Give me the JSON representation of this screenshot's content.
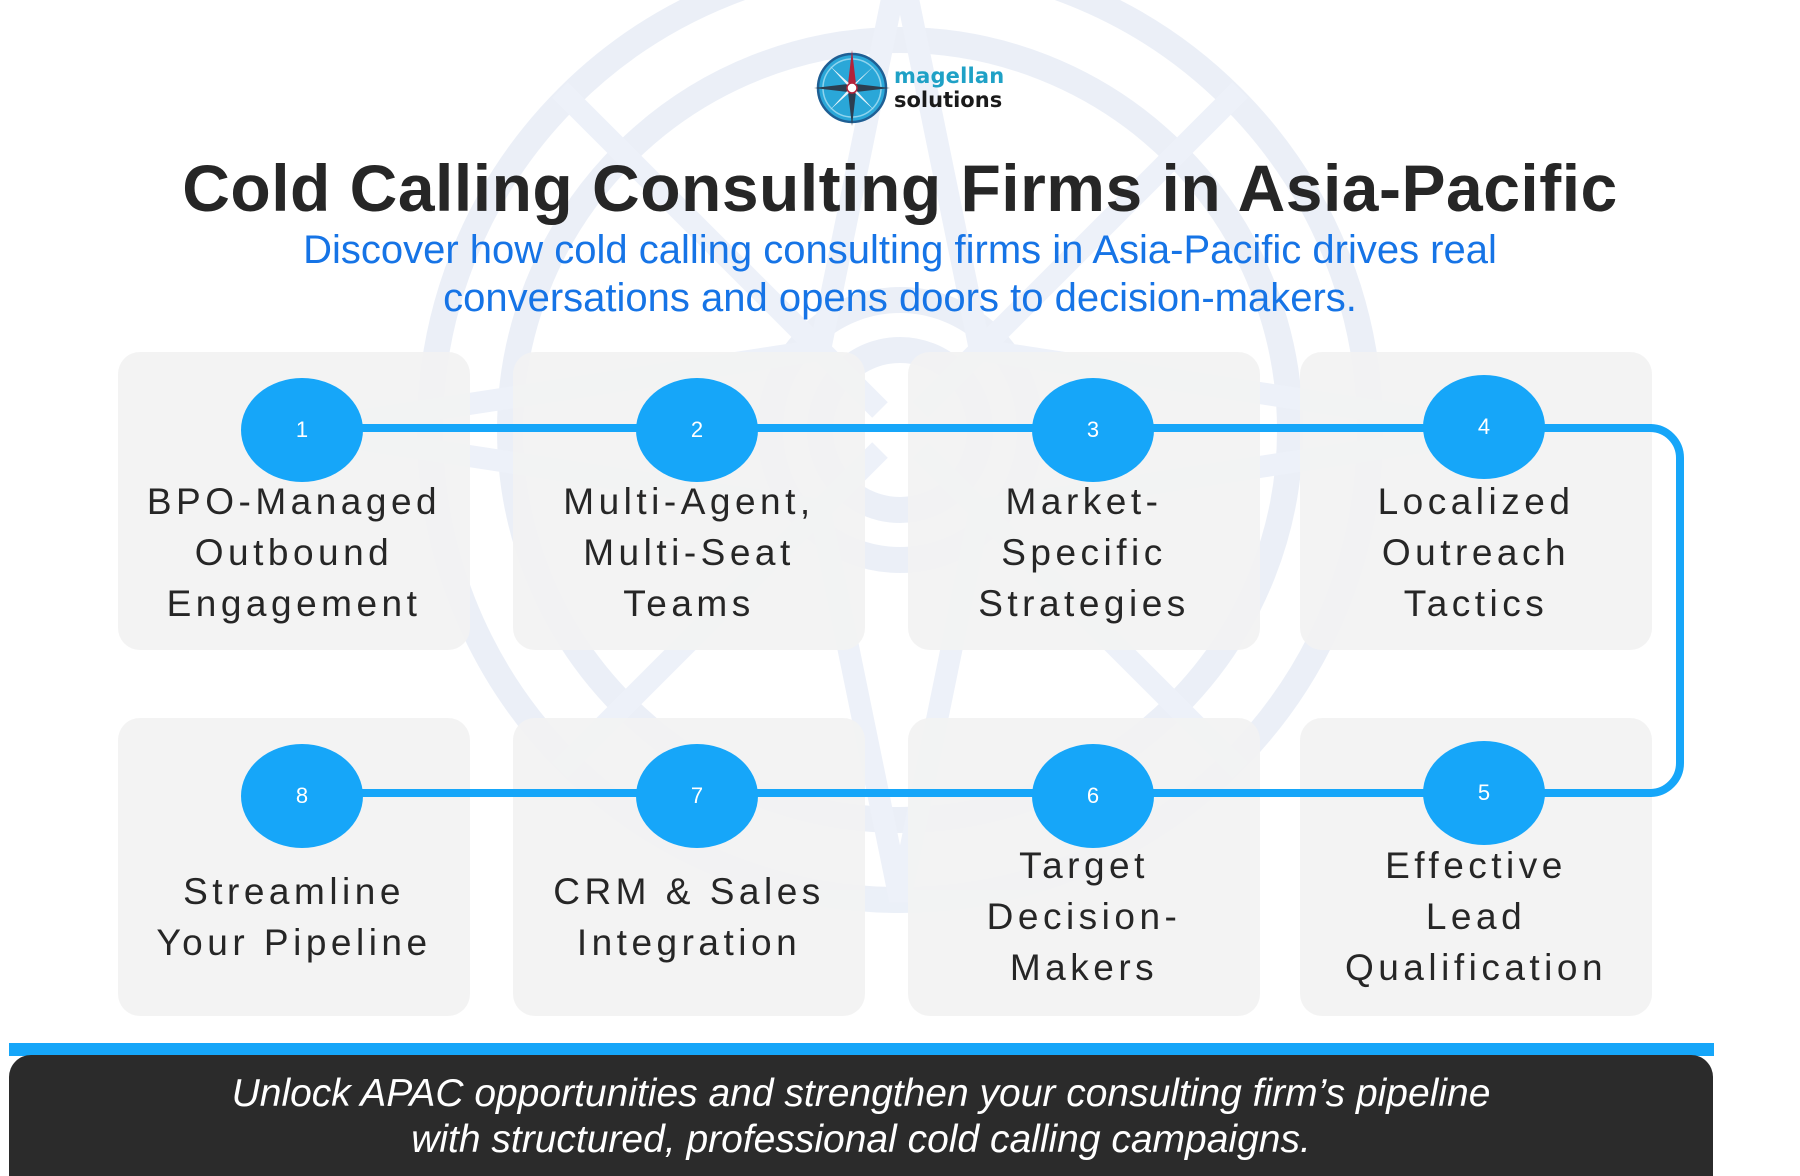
{
  "brand": {
    "name_line1": "magellan",
    "name_line2": "solutions",
    "icon": "compass-rose-icon",
    "colors": {
      "teal": "#1fa1c6",
      "dark": "#1a1a1a"
    }
  },
  "header": {
    "title": "Cold Calling Consulting Firms in Asia-Pacific",
    "subtitle_lines": [
      "Discover how cold calling consulting firms in Asia-Pacific drives real",
      "conversations and opens doors to decision-makers."
    ]
  },
  "theme": {
    "accent": "#16a6f9",
    "subtitle_blue": "#1674e6",
    "card_bg": "#f2f2f2",
    "text_dark": "#262626",
    "footer_bg": "#2b2b2b"
  },
  "steps": [
    {
      "number": "1",
      "lines": [
        "BPO-Managed",
        "Outbound",
        "Engagement"
      ]
    },
    {
      "number": "2",
      "lines": [
        "Multi-Agent,",
        "Multi-Seat",
        "Teams"
      ]
    },
    {
      "number": "3",
      "lines": [
        "Market-",
        "Specific",
        "Strategies"
      ]
    },
    {
      "number": "4",
      "lines": [
        "Localized",
        "Outreach",
        "Tactics"
      ]
    },
    {
      "number": "5",
      "lines": [
        "Effective",
        "Lead",
        "Qualification"
      ]
    },
    {
      "number": "6",
      "lines": [
        "Target",
        "Decision-",
        "Makers"
      ]
    },
    {
      "number": "7",
      "lines": [
        "CRM & Sales",
        "Integration"
      ]
    },
    {
      "number": "8",
      "lines": [
        "Streamline",
        "Your Pipeline"
      ]
    }
  ],
  "footer": {
    "lines": [
      "Unlock APAC opportunities and strengthen your consulting firm’s pipeline",
      "with structured, professional cold calling campaigns."
    ]
  }
}
